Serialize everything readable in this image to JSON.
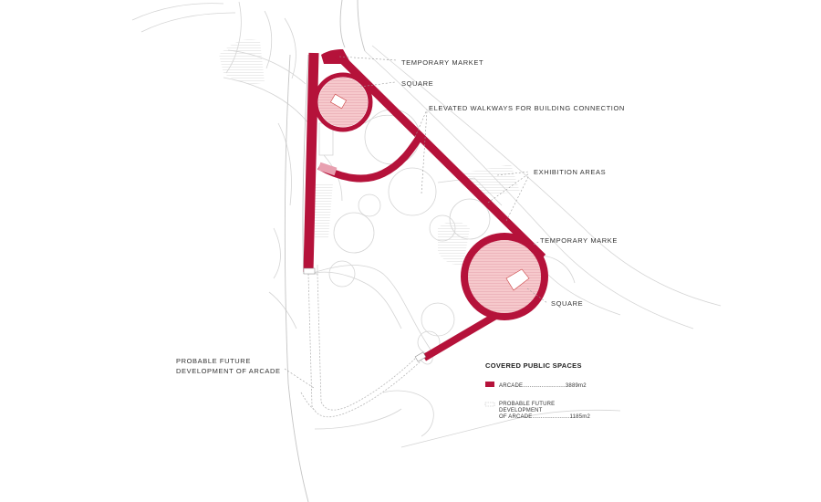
{
  "colors": {
    "arcade": "#b5123a",
    "arcade_light": "#e8a0b0",
    "square_fill": "#f6c9cc",
    "context_line": "#d4d4d4",
    "text": "#333333"
  },
  "labels": {
    "temporary_market_top": "TEMPORARY MARKET",
    "square_top": "SQUARE",
    "elevated_walkways": "ELEVATED WALKWAYS FOR BUILDING CONNECTION",
    "exhibition_areas": "EXHIBITION AREAS",
    "temporary_market_right": "TEMPORARY MARKE",
    "square_bottom": "SQUARE",
    "future_development_line1": "PROBABLE FUTURE",
    "future_development_line2": "DEVELOPMENT OF ARCADE"
  },
  "legend": {
    "title": "COVERED PUBLIC SPACES",
    "items": [
      {
        "key": "arcade",
        "text": "ARCADE.........................3889m2"
      },
      {
        "key": "future_line1",
        "text": "PROBABLE FUTURE"
      },
      {
        "key": "future_line2",
        "text": "DEVELOPMENT"
      },
      {
        "key": "future_line3",
        "text": "OF ARCADE......................1185m2"
      }
    ]
  }
}
